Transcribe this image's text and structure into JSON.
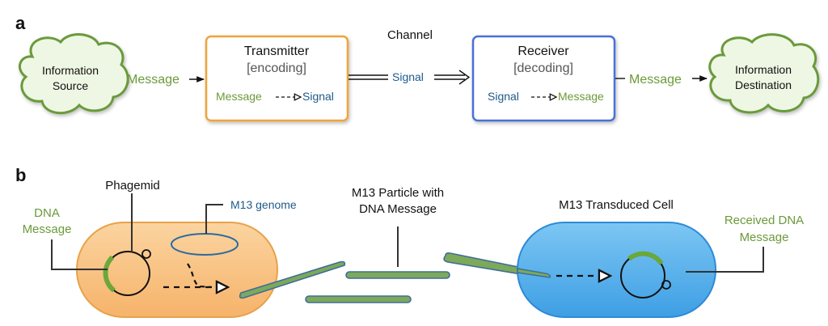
{
  "panel_a": {
    "label": "a",
    "source": {
      "line1": "Information",
      "line2": "Source"
    },
    "message_left": "Message",
    "transmitter": {
      "title": "Transmitter",
      "subtitle": "[encoding]",
      "from": "Message",
      "to": "Signal"
    },
    "channel": "Channel",
    "signal": "Signal",
    "receiver": {
      "title": "Receiver",
      "subtitle": "[decoding]",
      "from": "Signal",
      "to": "Message"
    },
    "message_right": "Message",
    "destination": {
      "line1": "Information",
      "line2": "Destination"
    }
  },
  "panel_b": {
    "label": "b",
    "phagemid": "Phagemid",
    "dna_message": {
      "line1": "DNA",
      "line2": "Message"
    },
    "m13_genome": "M13 genome",
    "particle": {
      "line1": "M13 Particle with",
      "line2": "DNA Message"
    },
    "transduced_cell": "M13 Transduced Cell",
    "received": {
      "line1": "Received DNA",
      "line2": "Message"
    }
  },
  "colors": {
    "message_green": "#6b9a3a",
    "signal_blue": "#1f5a8a",
    "transmitter_border": "#f0a43a",
    "receiver_border": "#4a6fd8",
    "cloud_fill": "#eef7e4",
    "cloud_stroke": "#6b9a3a",
    "cell_orange": "#f9c98b",
    "cell_blue": "#5ab4ee",
    "particle_fill": "#7ca95a",
    "particle_stroke": "#3e6d9a"
  }
}
